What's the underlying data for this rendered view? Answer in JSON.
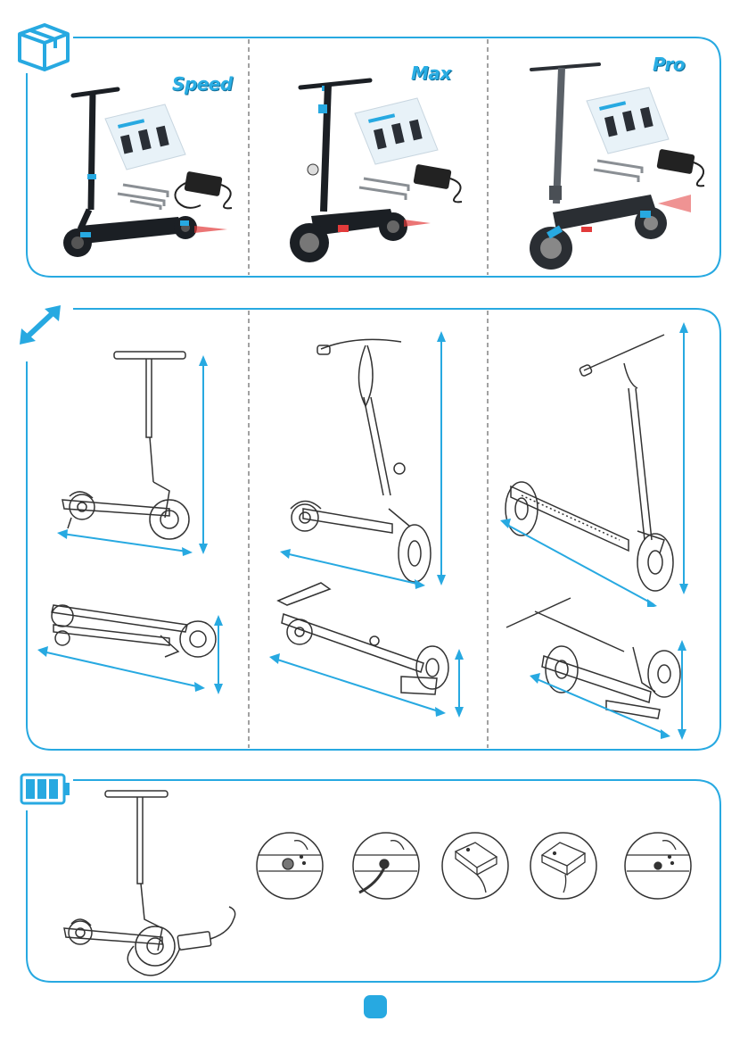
{
  "models": {
    "speed": "Speed",
    "max": "Max",
    "pro": "Pro"
  },
  "colors": {
    "accent": "#27a9e1",
    "frame_dark": "#1b1f24",
    "tail_light": "#e23b3b",
    "line_art": "#333333"
  },
  "icons": {
    "box_section": "box-icon",
    "dimensions_section": "resize-arrows-icon",
    "charging_section": "battery-icon"
  }
}
